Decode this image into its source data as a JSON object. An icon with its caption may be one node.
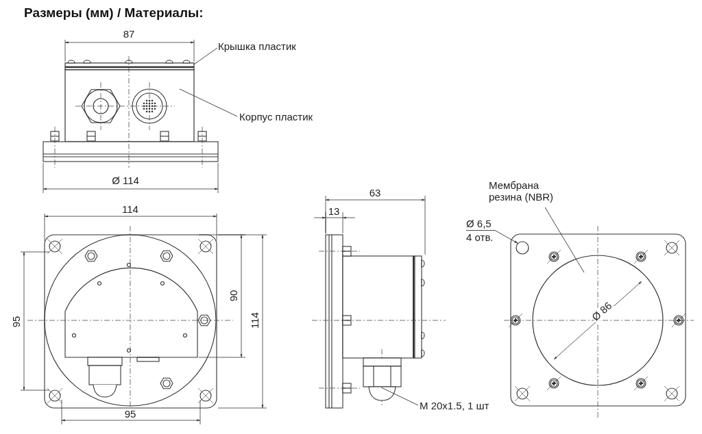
{
  "diagram": {
    "title": "Размеры (мм) / Материалы:",
    "nodes": [
      {
        "text": [
          "Крышка пластик"
        ]
      },
      {
        "text": [],
        "shape": "bar"
      },
      {
        "text": [
          "Корпус пластик"
        ]
      },
      {
        "text": [],
        "shape": "box"
      },
      {
        "text": [
          "Мембрана резина (NBR)"
        ]
      },
      {
        "text": [],
        "shape": "circle"
      },
      {
        "text": [
          "Ø 6,5",
          "4 отв."
        ]
      },
      {
        "text": [],
        "shape": "circle"
      },
      {
        "text": [
          "M 20x1.5, 1 шт"
        ]
      },
      {
        "text": [],
        "shape": "picture"
      }
    ],
    "edges": [
      {
        "from": 0,
        "to": 1,
        "arrow": "none"
      },
      {
        "from": 2,
        "to": 3,
        "arrow": "none"
      },
      {
        "from": 4,
        "to": 5,
        "arrow": "none"
      },
      {
        "from": 6,
        "to": 7,
        "arrow": "to"
      },
      {
        "from": 8,
        "to": 9,
        "arrow": "none"
      }
    ],
    "labels": [
      "87",
      "Ø 114",
      "114",
      "95",
      "90",
      "114",
      "95",
      "63",
      "13",
      "Ø 86"
    ]
  }
}
